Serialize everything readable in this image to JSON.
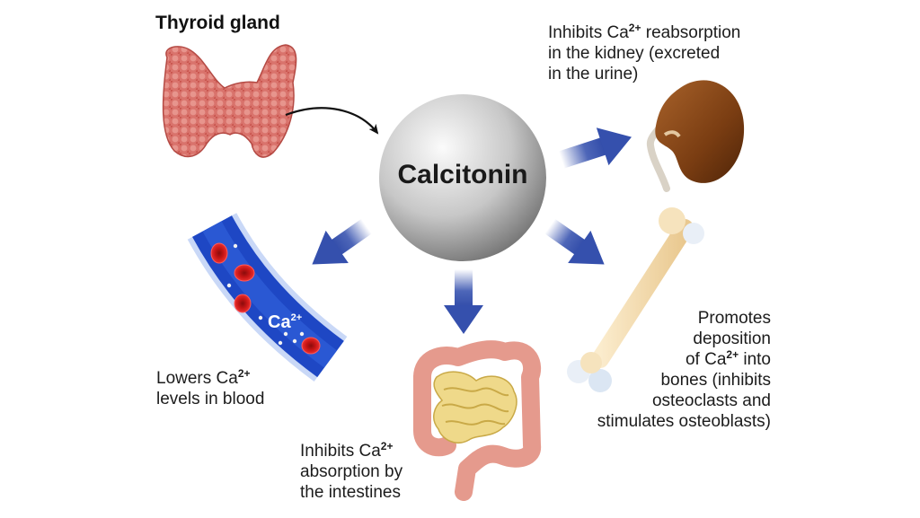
{
  "title": "Thyroid gland",
  "hormone": "Calcitonin",
  "ion_label": {
    "base": "Ca",
    "charge": "2+"
  },
  "effects": {
    "kidney": {
      "lines": [
        {
          "pre": "Inhibits Ca",
          "sup": "2+",
          "post": " reabsorption"
        },
        {
          "pre": "in the kidney (excreted",
          "sup": "",
          "post": ""
        },
        {
          "pre": "in the urine)",
          "sup": "",
          "post": ""
        }
      ]
    },
    "blood": {
      "lines": [
        {
          "pre": "Lowers Ca",
          "sup": "2+",
          "post": ""
        },
        {
          "pre": "levels in blood",
          "sup": "",
          "post": ""
        }
      ]
    },
    "intestines": {
      "lines": [
        {
          "pre": "Inhibits Ca",
          "sup": "2+",
          "post": ""
        },
        {
          "pre": "absorption by",
          "sup": "",
          "post": ""
        },
        {
          "pre": "the intestines",
          "sup": "",
          "post": ""
        }
      ]
    },
    "bones": {
      "lines": [
        {
          "pre": "Promotes",
          "sup": "",
          "post": ""
        },
        {
          "pre": "deposition",
          "sup": "",
          "post": ""
        },
        {
          "pre": "of Ca",
          "sup": "2+",
          "post": " into"
        },
        {
          "pre": "bones (inhibits",
          "sup": "",
          "post": ""
        },
        {
          "pre": "osteoclasts and",
          "sup": "",
          "post": ""
        },
        {
          "pre": "stimulates osteoblasts)",
          "sup": "",
          "post": ""
        }
      ]
    }
  },
  "colors": {
    "arrow": "#3a55b0",
    "sphere_light": "#f4f4f4",
    "sphere_dark": "#7c7c7c",
    "thyroid": "#d8706a",
    "kidney": "#8a4a1a",
    "bone": "#f3ddb0",
    "blood_vessel": "#1f49c8",
    "rbc": "#d01a1a",
    "intestine_small": "#e9d27a",
    "intestine_large": "#e79a8e"
  }
}
